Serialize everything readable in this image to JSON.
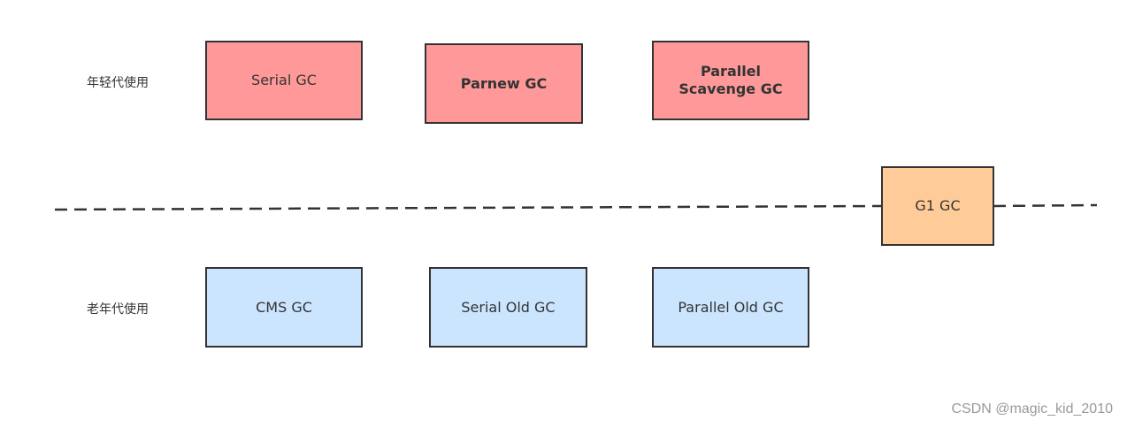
{
  "labels": {
    "young": "年轻代使用",
    "old": "老年代使用"
  },
  "young_collectors": [
    {
      "name": "Serial GC"
    },
    {
      "name": "Parnew GC"
    },
    {
      "name": "Parallel Scavenge GC"
    }
  ],
  "old_collectors": [
    {
      "name": "CMS GC"
    },
    {
      "name": "Serial Old GC"
    },
    {
      "name": "Parallel Old GC"
    }
  ],
  "both_collectors": [
    {
      "name": "G1 GC"
    }
  ],
  "watermark": "CSDN @magic_kid_2010",
  "colors": {
    "young_fill": "#ff9999",
    "old_fill": "#cce5ff",
    "both_fill": "#ffcc99",
    "border": "#333333",
    "divider": "#333333"
  }
}
